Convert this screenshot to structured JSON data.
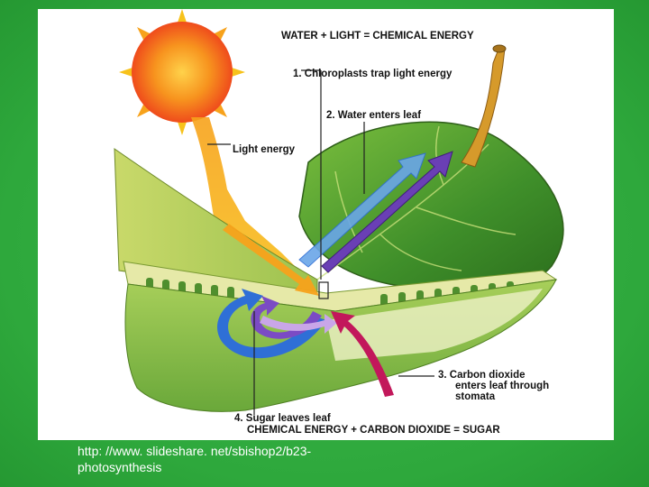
{
  "diagram": {
    "equation_top": "WATER + LIGHT = CHEMICAL ENERGY",
    "label_light": "Light energy",
    "step1": "1.  Chloroplasts trap light energy",
    "step2": "2.  Water enters leaf",
    "step3_line1": "3.  Carbon dioxide",
    "step3_line2": "enters leaf through",
    "step3_line3": "stomata",
    "step4": "4.  Sugar leaves leaf",
    "equation_bottom": "CHEMICAL ENERGY + CARBON DIOXIDE = SUGAR"
  },
  "footer": {
    "source_line1": "http: //www. slideshare. net/sbishop2/b23-",
    "source_line2": "photosynthesis"
  },
  "colors": {
    "slide_background": "#2ea83c",
    "leaf_green": "#3f8f2a",
    "sun_orange": "#f26b1d",
    "arrow_blue": "#2f6fd6",
    "arrow_purple": "#5b2a9e",
    "arrow_magenta": "#c2185b"
  }
}
